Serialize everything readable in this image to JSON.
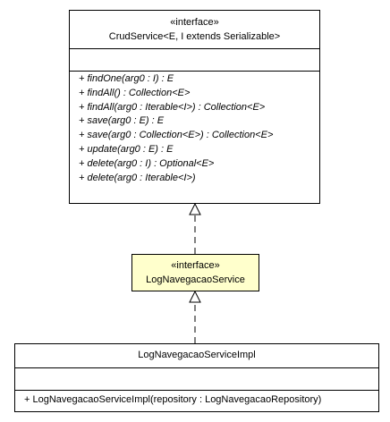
{
  "crud_service": {
    "stereotype": "«interface»",
    "name": "CrudService<E, I extends Serializable>",
    "methods": [
      "+ findOne(arg0 : I) : E",
      "+ findAll() : Collection<E>",
      "+ findAll(arg0 : Iterable<I>) : Collection<E>",
      "+ save(arg0 : E) : E",
      "+ save(arg0 : Collection<E>) : Collection<E>",
      "+ update(arg0 : E) : E",
      "+ delete(arg0 : I) : Optional<E>",
      "+ delete(arg0 : Iterable<I>)"
    ]
  },
  "log_navegacao_service": {
    "stereotype": "«interface»",
    "name": "LogNavegacaoService",
    "highlight_color": "#ffffcc"
  },
  "log_navegacao_service_impl": {
    "name": "LogNavegacaoServiceImpl",
    "methods": [
      "+ LogNavegacaoServiceImpl(repository : LogNavegacaoRepository)"
    ]
  },
  "relations": [
    {
      "type": "realization",
      "from": "LogNavegacaoService",
      "to": "CrudService<E, I extends Serializable>"
    },
    {
      "type": "realization",
      "from": "LogNavegacaoServiceImpl",
      "to": "LogNavegacaoService"
    }
  ]
}
